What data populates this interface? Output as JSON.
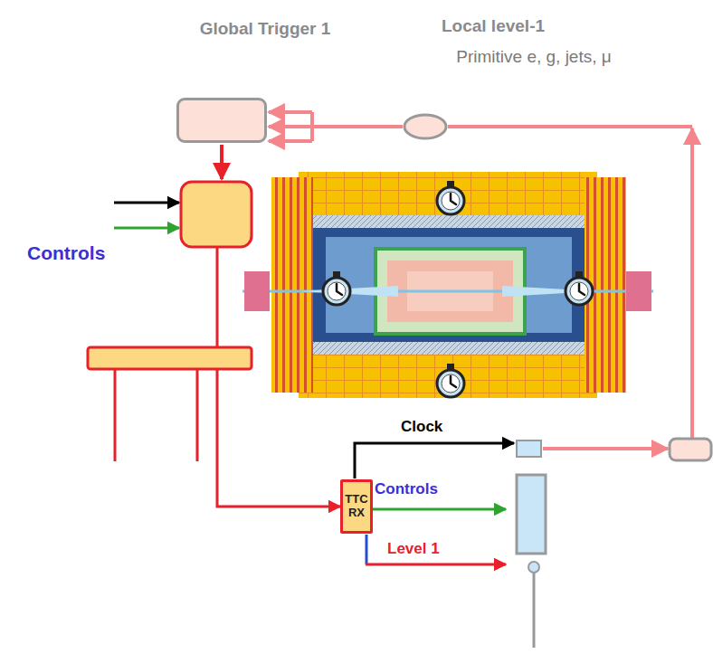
{
  "diagram": {
    "nodes": [
      {
        "text": [
          "Global Trigger 1"
        ]
      },
      {
        "text": [
          "Local level-1",
          "Primitive e, g, jets, μ"
        ]
      },
      {
        "text": [
          "TTC RX"
        ]
      }
    ],
    "edges": [
      {
        "from": 1,
        "to": 0,
        "arrow": "to"
      }
    ],
    "labels": [
      "Controls",
      "Clock",
      "Controls",
      "Level 1"
    ]
  }
}
